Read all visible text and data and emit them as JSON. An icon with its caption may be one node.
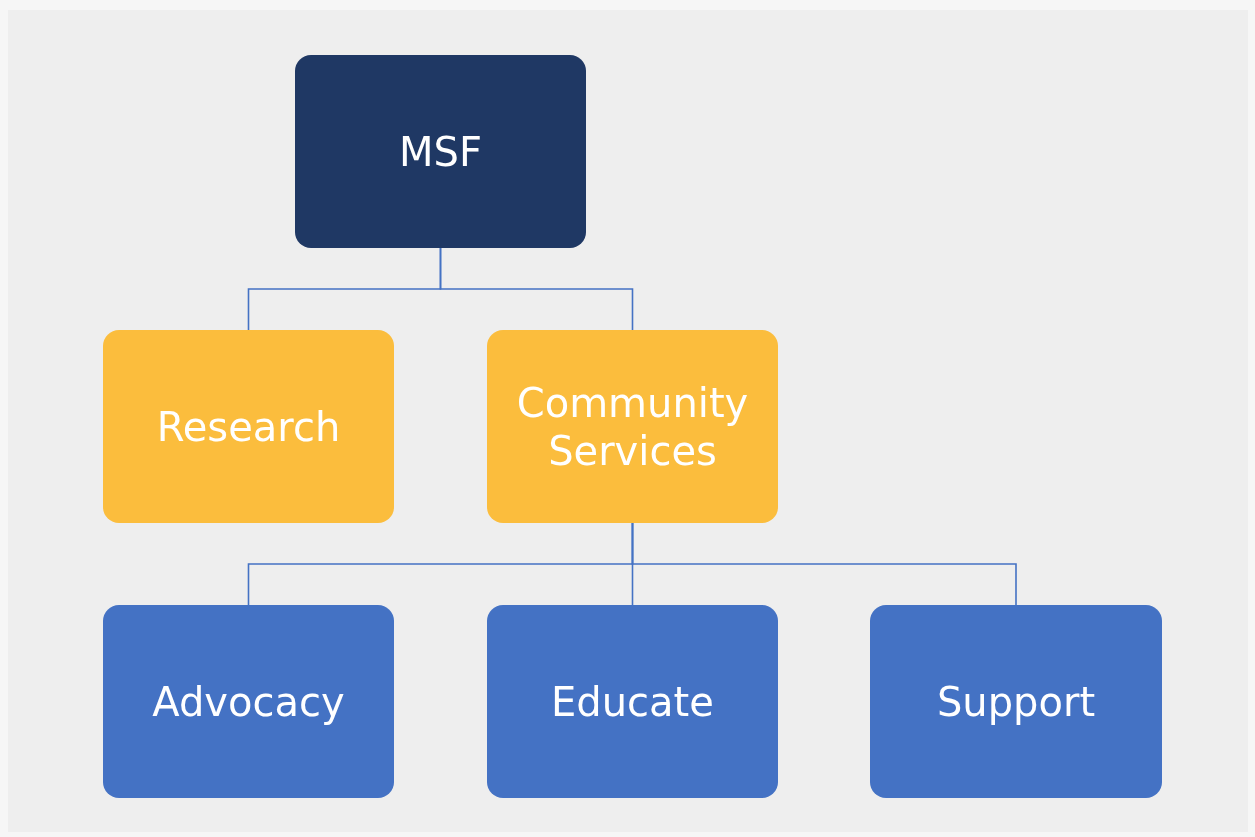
{
  "diagram": {
    "nodes": [
      {
        "text": [
          "MSF"
        ]
      },
      {
        "text": [
          "Research"
        ]
      },
      {
        "text": [
          "Community Services"
        ]
      },
      {
        "text": [
          "Advocacy"
        ]
      },
      {
        "text": [
          "Educate"
        ]
      },
      {
        "text": [
          "Support"
        ]
      }
    ],
    "edges": [
      {
        "from": 0,
        "to": 1,
        "arrow": "none"
      },
      {
        "from": 0,
        "to": 2,
        "arrow": "none"
      },
      {
        "from": 2,
        "to": 3,
        "arrow": "none"
      },
      {
        "from": 2,
        "to": 4,
        "arrow": "none"
      },
      {
        "from": 2,
        "to": 5,
        "arrow": "none"
      }
    ]
  }
}
